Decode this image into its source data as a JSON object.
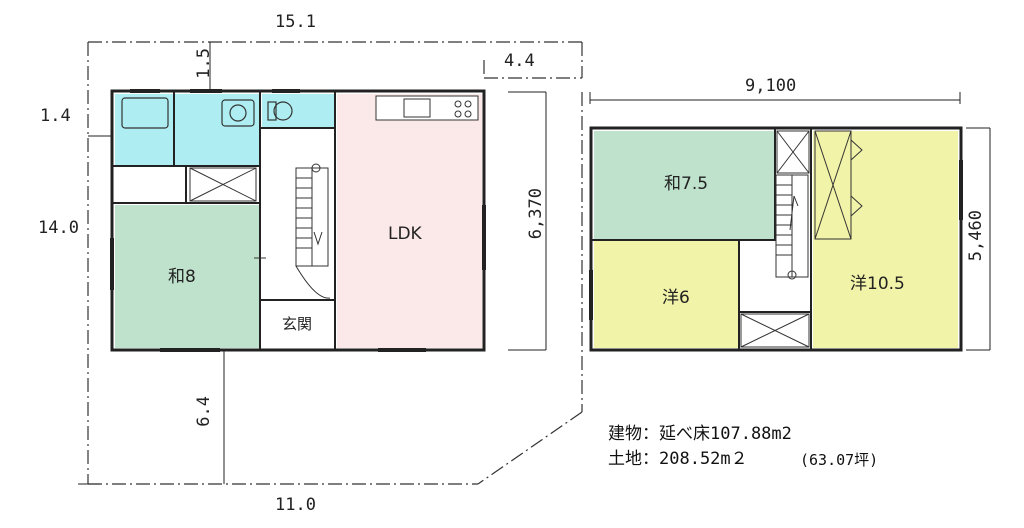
{
  "dimensions": {
    "lot_top": "15.1",
    "lot_setback_top": "1.5",
    "lot_right_step": "4.4",
    "lot_left_upper": "1.4",
    "lot_left": "14.0",
    "lot_bottom_setback": "6.4",
    "lot_bottom": "11.0",
    "floor1_height": "6,370",
    "floor2_width": "9,100",
    "floor2_height": "5,460"
  },
  "rooms_floor1": {
    "washitsu": "和8",
    "ldk": "LDK",
    "entrance": "玄関"
  },
  "rooms_floor2": {
    "washitsu": "和7.5",
    "western_small": "洋6",
    "western_large": "洋10.5"
  },
  "summary": {
    "building": "建物：延べ床107.88m2",
    "land_prefix": "土地：208.52m２",
    "land_tsubo": "(63.07坪)"
  },
  "colors": {
    "wet_area": "#aeeef2",
    "washitsu": "#bfe2cc",
    "ldk": "#fbe9e9",
    "western": "#f1f3a8",
    "wall": "#222222"
  }
}
